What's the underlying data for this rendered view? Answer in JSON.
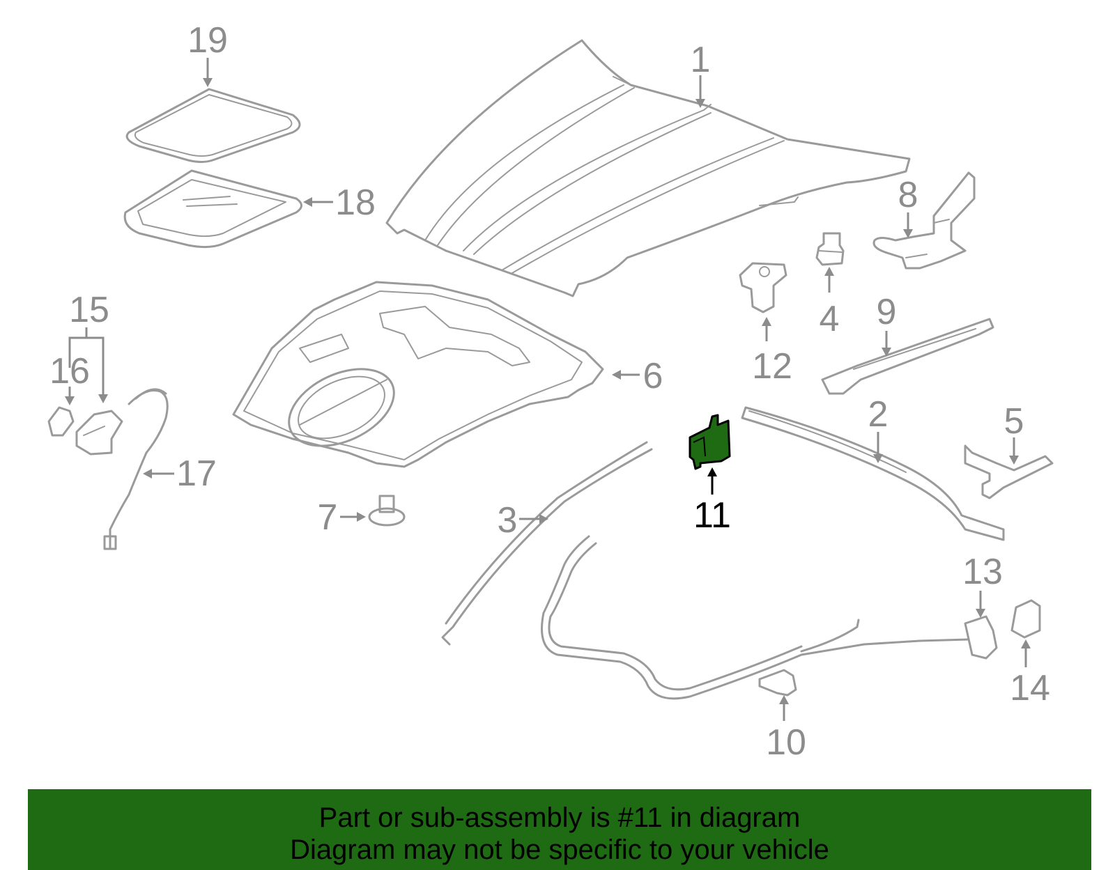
{
  "highlight": {
    "part_number": "11",
    "color": "#1e6b14",
    "stroke_color": "#000000"
  },
  "callouts": [
    "1",
    "2",
    "3",
    "4",
    "5",
    "6",
    "7",
    "8",
    "9",
    "10",
    "11",
    "12",
    "13",
    "14",
    "15",
    "16",
    "17",
    "18",
    "19"
  ],
  "banner": {
    "line1": "Part or sub-assembly is #11 in diagram",
    "line2": "Diagram may not be specific to your vehicle",
    "background": "#1e6b14"
  },
  "colors": {
    "part_outline": "#9a9a9a",
    "label": "#8c8c8c"
  }
}
